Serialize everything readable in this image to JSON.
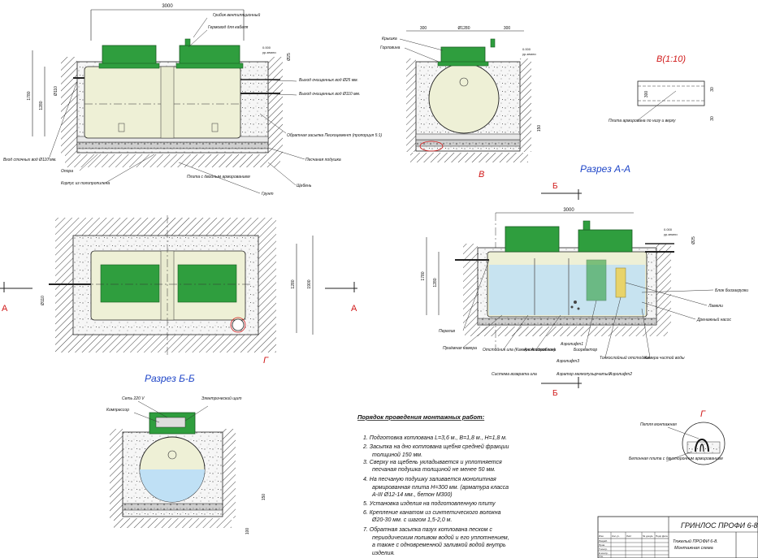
{
  "top_view": {
    "width_dim": "3000",
    "labels": {
      "vent_cap": "Грибок вентиляционный",
      "cable_gland": "Гермовод для кабеля",
      "outlet_25": "Выход очищенных вод Ø25 мм.",
      "outlet_110": "Выход очищенных вод Ø110 мм.",
      "inlet": "Вход сточных вод Ø110 мм.",
      "support": "Опора",
      "body": "Корпус из полипропилена",
      "slab": "Плита с двойным армированием",
      "backfill": "Обратная засыпка Пескоцемент (пропорция 5:1)",
      "sand_cushion": "Песчаная подушка",
      "gravel": "Щебень",
      "soil": "Грунт"
    },
    "dims": {
      "h1": "1780",
      "h2": "1280",
      "pipe": "Ø110",
      "lvl0": "0.000",
      "lvl0_note": "ур.земли",
      "d25": "Ø25"
    }
  },
  "side_view": {
    "labels": {
      "lid": "Крышка",
      "neck": "Горловина",
      "marker": "В"
    },
    "dims": {
      "left": "300",
      "diameter": "Ø1280",
      "right": "300",
      "bottom": "150",
      "lvl0": "0.000",
      "lvl0_note": "ур.земли"
    }
  },
  "detail_v": {
    "title": "В(1:10)",
    "label": "Плита армирована по низу и верху",
    "dim_300": "300",
    "dim_30a": "30",
    "dim_30b": "30"
  },
  "plan": {
    "marker_a_left": "А",
    "marker_a_right": "А",
    "marker_g": "Г",
    "dims": {
      "pipe": "Ø110",
      "h1": "1280",
      "h2": "1900"
    }
  },
  "section_aa": {
    "title": "Разрез А-А",
    "marker_b_top": "Б",
    "marker_b_bottom": "Б",
    "width_dim": "3000",
    "dims": {
      "h1": "1780",
      "h2": "1280",
      "d25": "Ø25",
      "lvl0": "0.000",
      "lvl0_note": "ур.земли"
    },
    "labels": {
      "bio_load": "Блок биозагрузки",
      "lamella": "Ламели",
      "drain_pump": "Дренажный насос",
      "overflow": "Перелив",
      "receiving": "Приёмная камера",
      "settler": "Отстойник ила (Камера Анаэробная)",
      "anoxic": "Аноксидная зона",
      "bioreactor": "Биореактор",
      "aerolift3": "Аэролифт3",
      "aerolift1": "Аэролифт1",
      "fine_settler": "Тонкослойный отстойник",
      "clean_chamber": "Камера чистой воды",
      "sludge_return": "Система возврата ила",
      "aerator": "Аэратор мелкопузырчатый",
      "aerolift2": "Аэролифт2"
    }
  },
  "section_bb": {
    "title": "Разрез Б-Б",
    "labels": {
      "power": "Сеть 220 V",
      "compressor": "Компрессор",
      "panel": "Электрический щит"
    },
    "dims": {
      "d1": "150",
      "d2": "100"
    }
  },
  "procedure": {
    "title": "Порядок проведения монтажных работ:",
    "steps": [
      "1. Подготовка котлована L=3,6 м., B=1,8 м., H=1,8 м.",
      "2. Засыпка на дно котлована щебня средней фракции",
      "толщиной 150 мм.",
      "3. Сверху на щебень укладывается и уплотняется",
      "песчаная подушка толщиной не менее 50 мм.",
      "4. На песчаную подушку заливается монолитная",
      "армированная плита H=300 мм. (арматура класса",
      "А-III Ø12-14 мм., бетон М300)",
      "5. Установка изделия на подготовленную плиту",
      "6. Крепление канатом из синтетического волокна",
      "Ø20-30 мм. с шагом 1,5-2,0 м.",
      "7. Обратная засыпка пазух котлована песком с",
      "периодическим поливом водой и его уплотнением,",
      "а также с одновременной заливкой водой внутрь",
      "изделия."
    ]
  },
  "detail_g": {
    "marker": "Г",
    "loop": "Петля монтажная",
    "slab": "Бетонная плита с двусторонним армированием"
  },
  "title_block": {
    "title": "ГРИНЛОС ПРОФИ 6-8",
    "subtitle1": "Тяжелый ПРОФИ 6-8.",
    "subtitle2": "Монтажная схема",
    "cols": [
      "Изм.",
      "Кол.уч.",
      "Лист",
      "№ докум.",
      "Подп.",
      "Дата"
    ],
    "rows": [
      "Разраб.",
      "Пров.",
      "Т.контр.",
      "Н.контр.",
      "Утв."
    ]
  },
  "colors": {
    "green_lid": "#2f9e3e",
    "tank_body": "#eef0d6",
    "water": "#bfe0f5",
    "concrete": "#f4f4f4",
    "blue_title": "#1f46c8",
    "red_marker": "#d01818"
  }
}
